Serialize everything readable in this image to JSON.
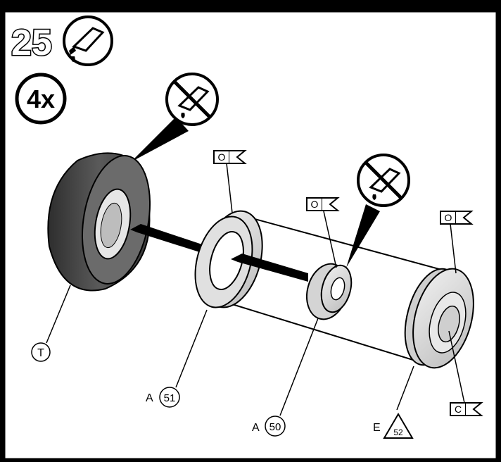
{
  "step": {
    "number": "25",
    "quantity": "4x",
    "glue_icon": "glue-tube-icon",
    "no_glue_icon": "no-glue-icon"
  },
  "parts": {
    "tire": "T",
    "hub_outer": {
      "sprue": "A",
      "number": "51"
    },
    "bushing": {
      "sprue": "A",
      "number": "50"
    },
    "hub_inner": {
      "sprue": "E",
      "number": "52"
    },
    "inner_face_mark": "C",
    "chrome_mark": "O"
  },
  "colors": {
    "frame": "#000000",
    "paper": "#ffffff",
    "part_gray": "#d9d9d9",
    "tire_dark": "#4a4a4a"
  }
}
